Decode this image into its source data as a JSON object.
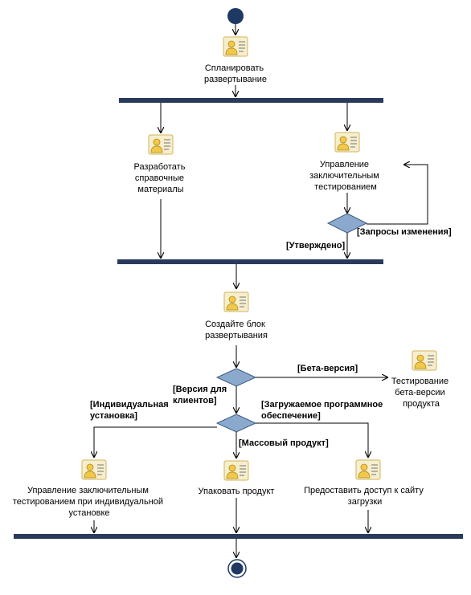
{
  "actions": {
    "plan": [
      "Спланировать",
      "развертывание"
    ],
    "docs": [
      "Разработать",
      "справочные",
      "материалы"
    ],
    "final_test": [
      "Управление",
      "заключительным",
      "тестированием"
    ],
    "create_block": [
      "Создайте блок",
      "развертывания"
    ],
    "beta_test": [
      "Тестирование",
      "бета-версии",
      "продукта"
    ],
    "custom_test": [
      "Управление заключительным",
      "тестированием при индивидуальной",
      "установке"
    ],
    "package": [
      "Упаковать продукт"
    ],
    "download": [
      "Предоставить доступ к сайту",
      "загрузки"
    ]
  },
  "guards": {
    "change_requests": "[Запросы изменения]",
    "approved": "[Утверждено]",
    "beta": "[Бета-версия]",
    "client_version": [
      "[Версия для",
      "клиентов]"
    ],
    "individual": [
      "[Индивидуальная",
      "установка]"
    ],
    "downloadable": [
      "[Загружаемое программное",
      "обеспечение]"
    ],
    "mass_product": "[Массовый продукт]"
  },
  "colors": {
    "bar": "#2a3a5c",
    "decision_fill": "#8aa9cc",
    "initial_node": "#1f3864",
    "icon_bg": "#f6eecd",
    "icon_border": "#d2b45a"
  },
  "icons": {
    "action": "user-task-icon"
  }
}
